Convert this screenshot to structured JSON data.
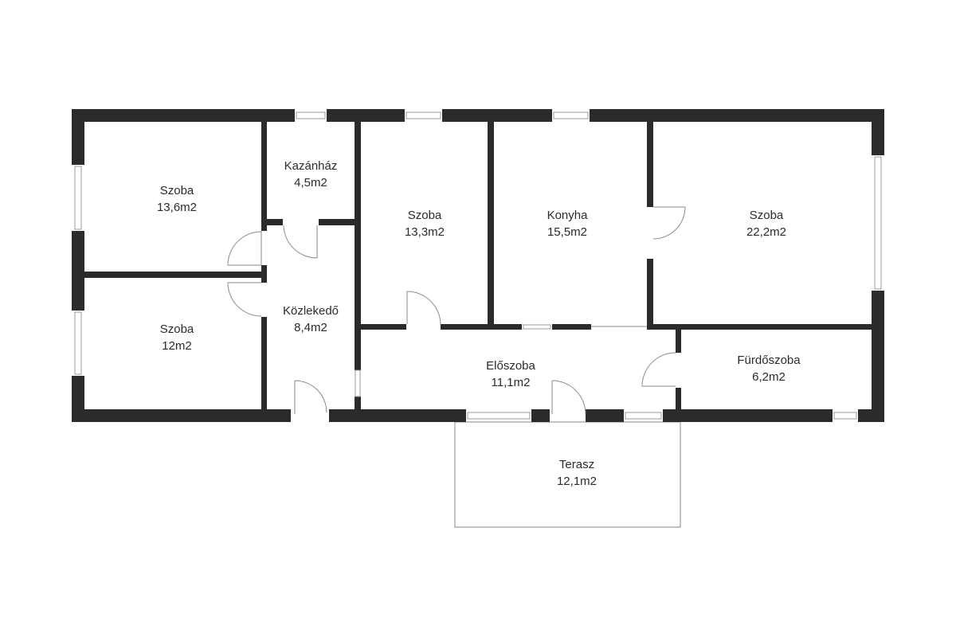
{
  "plan": {
    "rooms": [
      {
        "name": "Szoba",
        "area": "13,6m2"
      },
      {
        "name": "Kazánház",
        "area": "4,5m2"
      },
      {
        "name": "Szoba",
        "area": "13,3m2"
      },
      {
        "name": "Konyha",
        "area": "15,5m2"
      },
      {
        "name": "Szoba",
        "area": "22,2m2"
      },
      {
        "name": "Szoba",
        "area": "12m2"
      },
      {
        "name": "Közlekedő",
        "area": "8,4m2"
      },
      {
        "name": "Előszoba",
        "area": "11,1m2"
      },
      {
        "name": "Fürdőszoba",
        "area": "6,2m2"
      },
      {
        "name": "Terasz",
        "area": "12,1m2"
      }
    ],
    "colors": {
      "wall": "#2b2b2b",
      "background": "#ffffff",
      "line": "#8a8a8a"
    }
  }
}
